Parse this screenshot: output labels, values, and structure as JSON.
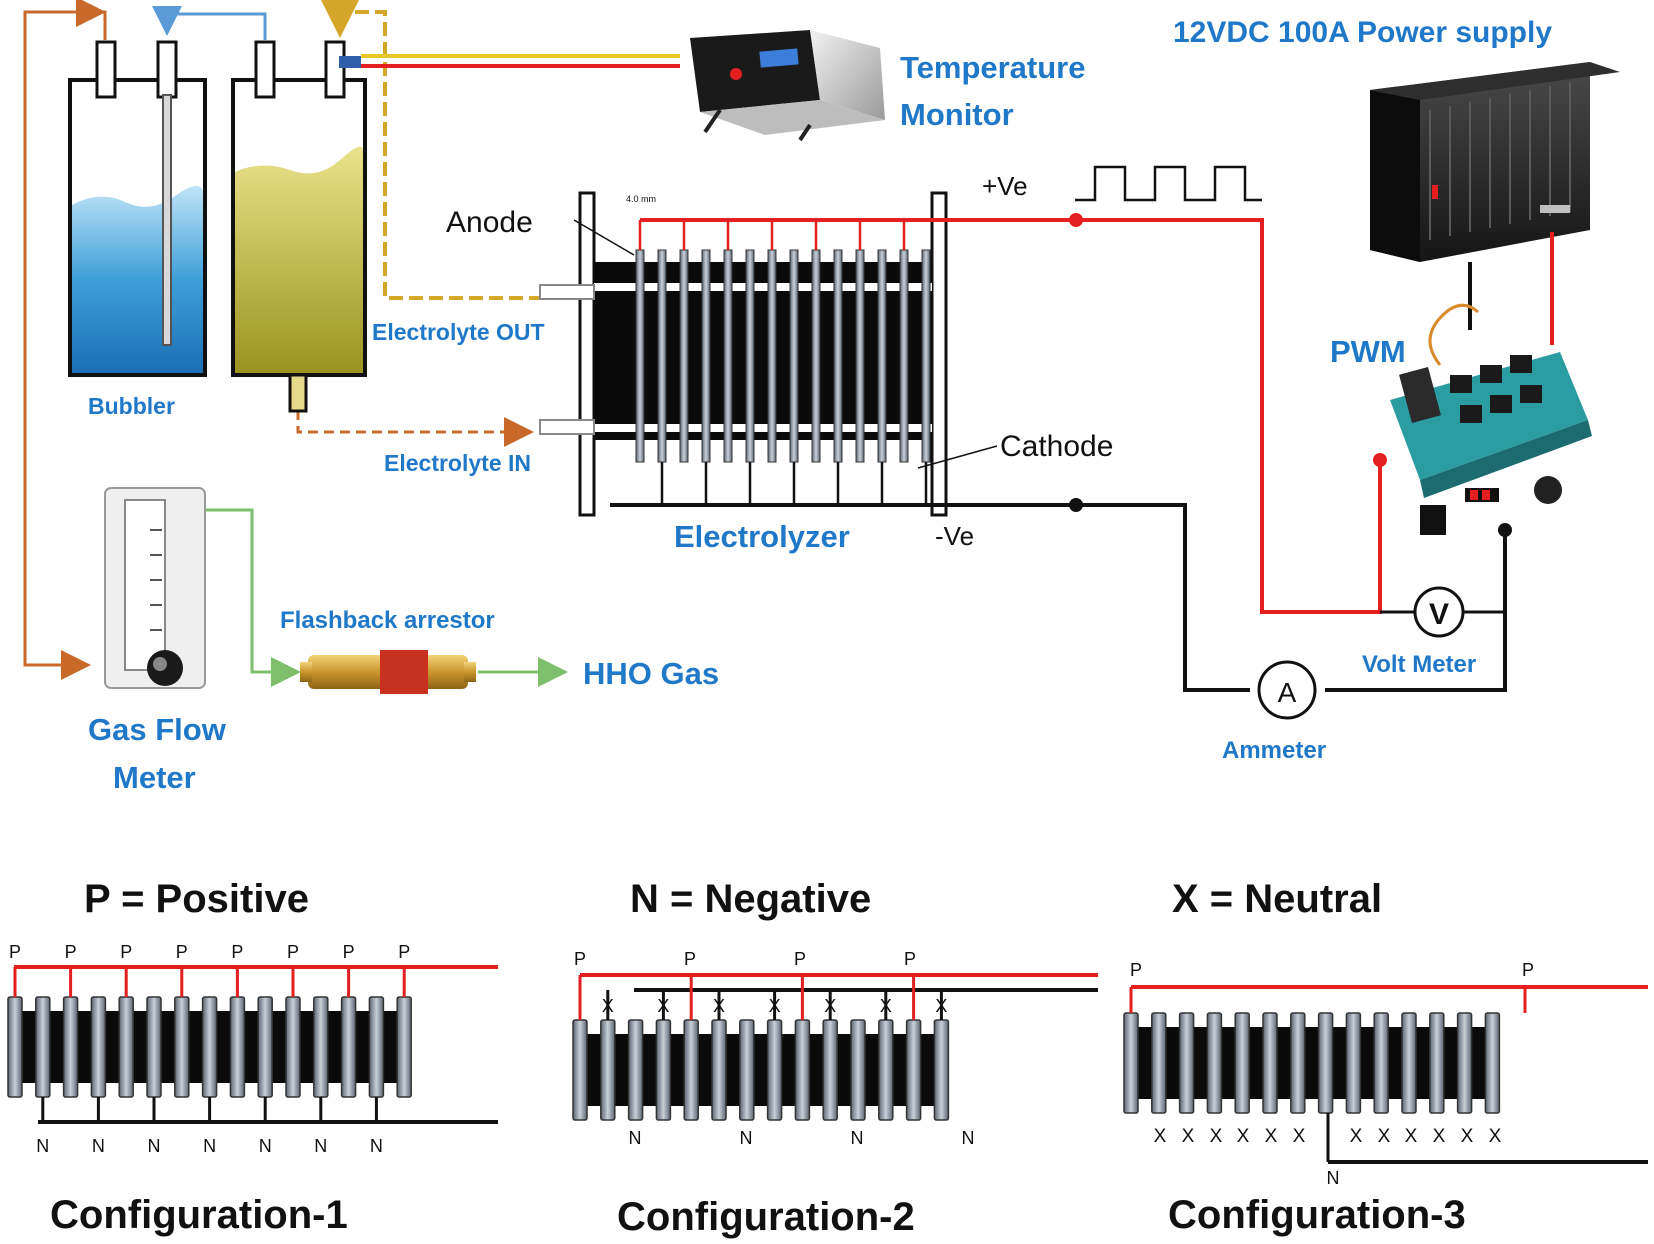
{
  "setup": {
    "power_supply_label": "12VDC 100A Power supply",
    "temperature_label_1": "Temperature",
    "temperature_label_2": "Monitor",
    "pos_terminal": "+Ve",
    "neg_terminal": "-Ve",
    "anode_label": "Anode",
    "cathode_label": "Cathode",
    "spacing_label": "4.0 mm",
    "electrolyte_out": "Electrolyte OUT",
    "electrolyte_in": "Electrolyte IN",
    "bubbler_label": "Bubbler",
    "electrolyzer_label": "Electrolyzer",
    "pwm_label": "PWM",
    "volt_meter_label": "Volt Meter",
    "volt_symbol": "V",
    "ammeter_label": "Ammeter",
    "ammeter_symbol": "A",
    "gas_flow_label_1": "Gas Flow",
    "gas_flow_label_2": "Meter",
    "flashback_label": "Flashback arrestor",
    "hho_label": "HHO Gas"
  },
  "legend": {
    "positive": "P = Positive",
    "negative": "N = Negative",
    "neutral": "X = Neutral"
  },
  "configs": {
    "c1": {
      "title": "Configuration-1",
      "top_marks": [
        "P",
        "P",
        "P",
        "P",
        "P",
        "P",
        "P",
        "P"
      ],
      "bottom_marks": [
        "N",
        "N",
        "N",
        "N",
        "N",
        "N",
        "N"
      ]
    },
    "c2": {
      "title": "Configuration-2",
      "top_marks": [
        "P",
        "P",
        "P",
        "P"
      ],
      "x_marks": [
        "X",
        "X",
        "X",
        "X",
        "X",
        "X",
        "X"
      ],
      "bottom_marks": [
        "N",
        "N",
        "N",
        "N"
      ]
    },
    "c3": {
      "title": "Configuration-3",
      "top_marks": [
        "P",
        "P"
      ],
      "x_marks": [
        "X",
        "X",
        "X",
        "X",
        "X",
        "X",
        "X",
        "X",
        "X",
        "X",
        "X",
        "X"
      ],
      "bottom_marks": [
        "N"
      ]
    }
  },
  "colors": {
    "positive_wire": "#e41f1f",
    "negative_wire": "#111111",
    "label_blue": "#1f78c8"
  }
}
